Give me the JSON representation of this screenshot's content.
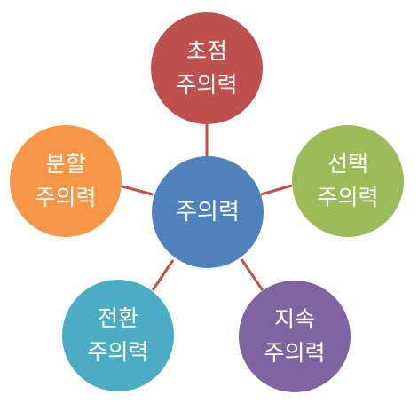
{
  "diagram": {
    "center": {
      "label": "주의력",
      "color": "#4f81bd"
    },
    "connector_color": "#c0504d",
    "nodes": [
      {
        "id": "focus",
        "line1": "초점",
        "line2": "주의력",
        "color": "#c0504d"
      },
      {
        "id": "selective",
        "line1": "선택",
        "line2": "주의력",
        "color": "#9bbb59"
      },
      {
        "id": "sustained",
        "line1": "지속",
        "line2": "주의력",
        "color": "#8064a2"
      },
      {
        "id": "switching",
        "line1": "전환",
        "line2": "주의력",
        "color": "#4bacc6"
      },
      {
        "id": "divided",
        "line1": "분할",
        "line2": "주의력",
        "color": "#f79646"
      }
    ]
  }
}
